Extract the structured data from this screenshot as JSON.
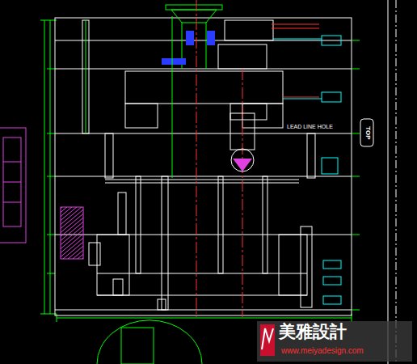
{
  "diagram": {
    "labels": [
      "LEAD LINE HOLE",
      "TOP",
      "美雅設計",
      "www.meiyadesign.com"
    ]
  }
}
